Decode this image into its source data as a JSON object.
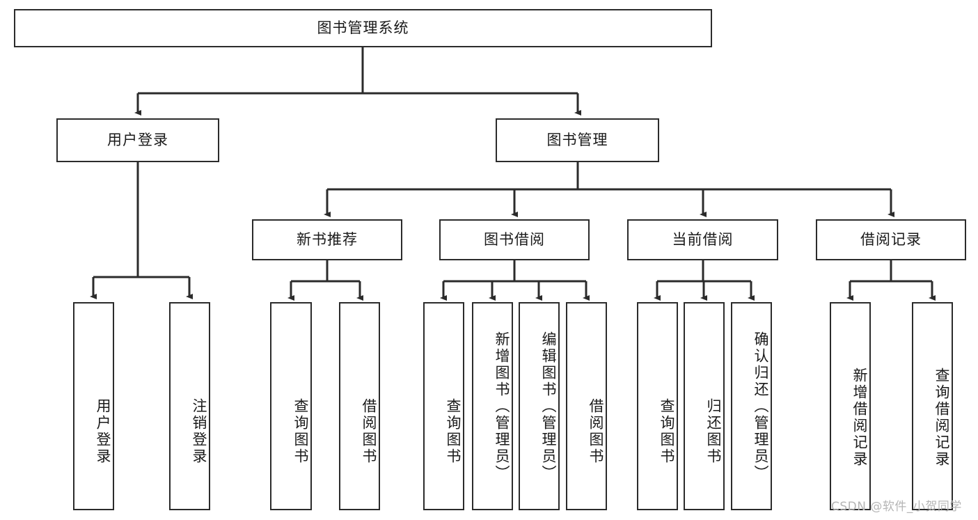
{
  "diagram": {
    "title_node": {
      "label": "图书管理系统"
    },
    "level2": [
      {
        "label": "用户登录"
      },
      {
        "label": "图书管理"
      }
    ],
    "level3": [
      {
        "label": "新书推荐"
      },
      {
        "label": "图书借阅"
      },
      {
        "label": "当前借阅"
      },
      {
        "label": "借阅记录"
      }
    ],
    "leaves": [
      {
        "label": "用户登录"
      },
      {
        "label": "注销登录"
      },
      {
        "label": "查询图书"
      },
      {
        "label": "借阅图书"
      },
      {
        "label": "查询图书"
      },
      {
        "label": "新增图书（管理员）"
      },
      {
        "label": "编辑图书（管理员）"
      },
      {
        "label": "借阅图书"
      },
      {
        "label": "查询图书"
      },
      {
        "label": "归还图书"
      },
      {
        "label": "确认归还（管理员）"
      },
      {
        "label": "新增借阅记录"
      },
      {
        "label": "查询借阅记录"
      }
    ],
    "watermark": "CSDN @软件_小贺同学",
    "colors": {
      "line": "#2b2b2b",
      "box_border": "#2b2b2b",
      "box_fill": "#ffffff",
      "text": "#1a1a1a",
      "watermark": "#b5b5b5",
      "background": "#ffffff"
    }
  }
}
